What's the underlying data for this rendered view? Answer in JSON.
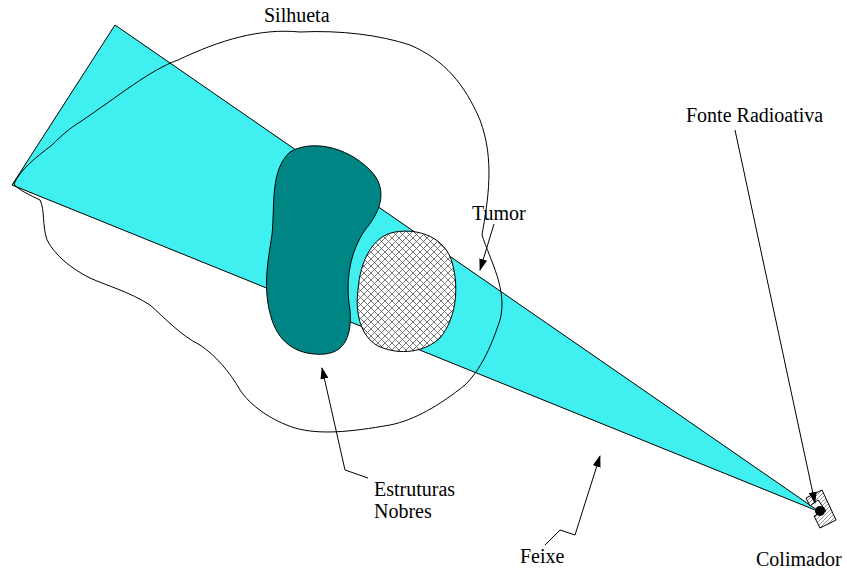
{
  "diagram": {
    "labels": [
      "Silhueta",
      "Tumor",
      "Fonte Radioativa",
      "Estruturas Nobres",
      "Feixe",
      "Colimador"
    ]
  }
}
